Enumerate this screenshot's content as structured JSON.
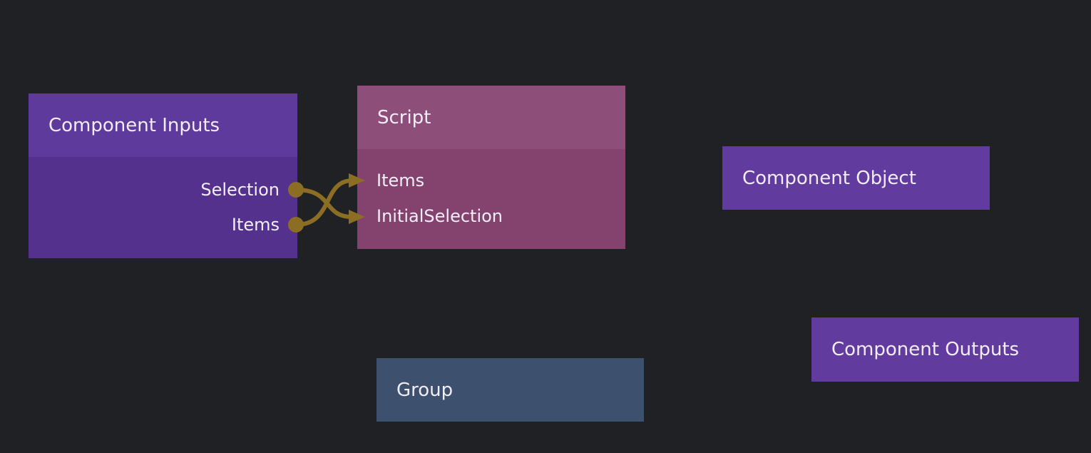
{
  "canvas": {
    "background_color": "#202124",
    "wire_color": "#8b6d24",
    "text_color": "#f1ecf7"
  },
  "nodes": [
    {
      "title": "Component Inputs",
      "header_color": "#5f3a9d",
      "body_color": "#53318d",
      "output_ports": [
        "Selection",
        "Items"
      ]
    },
    {
      "title": "Script",
      "header_color": "#8e4e7a",
      "body_color": "#84436e",
      "input_ports": [
        "Items",
        "InitialSelection"
      ]
    },
    {
      "title": "Component Object",
      "header_color": "#623b9f"
    },
    {
      "title": "Component Outputs",
      "header_color": "#623b9f"
    },
    {
      "title": "Group",
      "header_color": "#3d506e"
    }
  ],
  "connections": [
    {
      "from_node": "Component Inputs",
      "from_port": "Selection",
      "to_node": "Script",
      "to_port": "InitialSelection"
    },
    {
      "from_node": "Component Inputs",
      "from_port": "Items",
      "to_node": "Script",
      "to_port": "Items"
    }
  ]
}
